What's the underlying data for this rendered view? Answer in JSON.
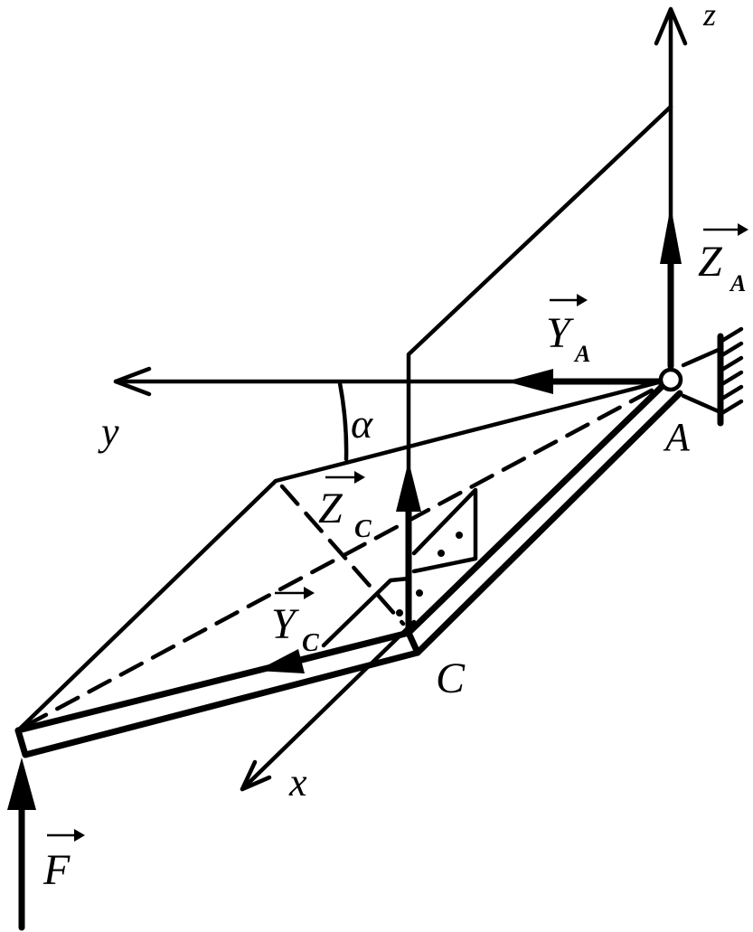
{
  "labels": {
    "z_axis": "z",
    "y_axis": "y",
    "x_axis": "x",
    "point_a": "A",
    "point_c": "C",
    "angle": "α",
    "force_za": {
      "main": "Z",
      "sub": "A"
    },
    "force_ya": {
      "main": "Y",
      "sub": "A"
    },
    "force_zc": {
      "main": "Z",
      "sub": "C"
    },
    "force_yc": {
      "main": "Y",
      "sub": "C"
    },
    "force_f": {
      "main": "F",
      "sub": ""
    }
  },
  "colors": {
    "stroke": "#000000",
    "background": "#ffffff"
  }
}
